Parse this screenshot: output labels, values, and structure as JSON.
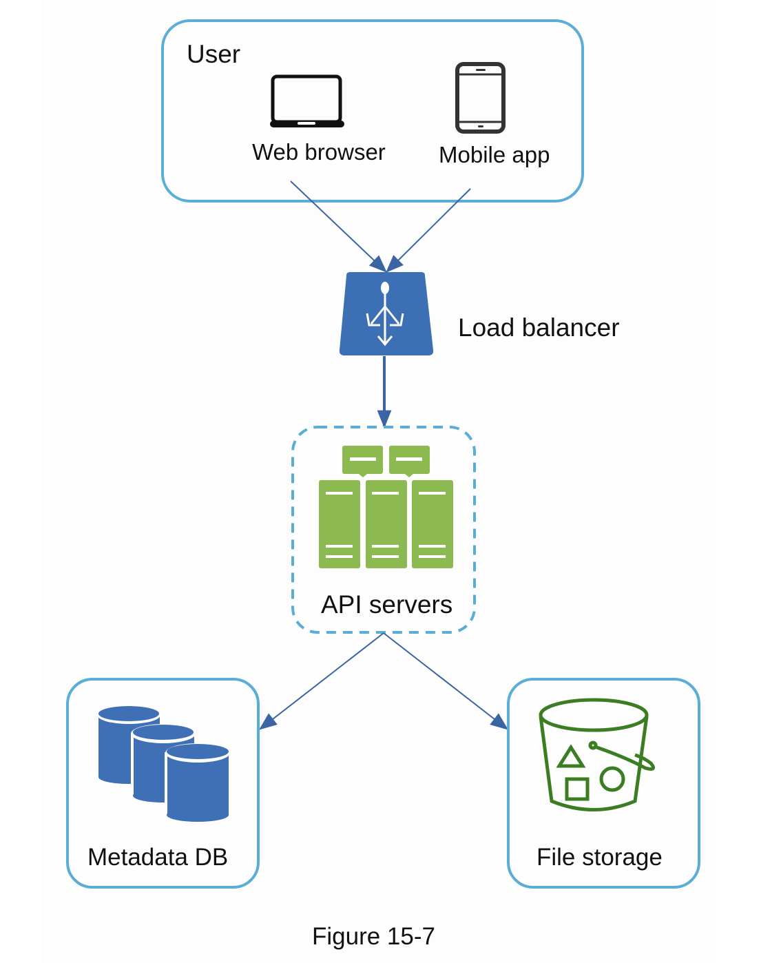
{
  "diagram": {
    "caption": "Figure 15-7",
    "colors": {
      "box_border": "#5aaed6",
      "arrow": "#3a64a2",
      "load_balancer": "#3d6fb4",
      "server_green": "#8cba51",
      "db_blue": "#3f6fb5",
      "storage_green": "#3b7d23",
      "device_black": "#111111"
    },
    "nodes": {
      "user": {
        "title": "User",
        "devices": [
          {
            "label": "Web browser",
            "icon": "laptop-icon"
          },
          {
            "label": "Mobile app",
            "icon": "smartphone-icon"
          }
        ]
      },
      "load_balancer": {
        "label": "Load balancer",
        "icon": "load-balancer-icon"
      },
      "api_servers": {
        "label": "API servers",
        "icon": "server-rack-icon"
      },
      "metadata_db": {
        "label": "Metadata DB",
        "icon": "database-icon"
      },
      "file_storage": {
        "label": "File storage",
        "icon": "storage-bucket-icon"
      }
    },
    "edges": [
      {
        "from": "Web browser",
        "to": "Load balancer"
      },
      {
        "from": "Mobile app",
        "to": "Load balancer"
      },
      {
        "from": "Load balancer",
        "to": "API servers"
      },
      {
        "from": "API servers",
        "to": "Metadata DB"
      },
      {
        "from": "API servers",
        "to": "File storage"
      }
    ]
  }
}
